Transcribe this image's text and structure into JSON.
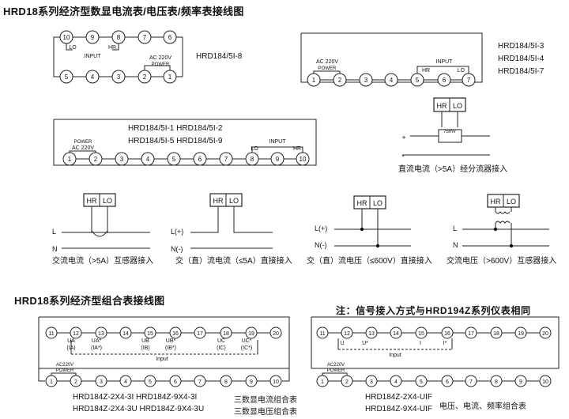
{
  "titles": {
    "section1": "HRD18系列经济型数显电流表/电压表/频率表接线图",
    "section2": "HRD18系列经济型组合表接线图",
    "note": "注：信号接入方式与HRD194Z系列仪表相同"
  },
  "block1": {
    "top_terminals": [
      "10",
      "9",
      "8",
      "7",
      "6"
    ],
    "bottom_terminals": [
      "5",
      "4",
      "3",
      "2",
      "1"
    ],
    "lo": "LO",
    "hr": "HR",
    "input": "INPUT",
    "power": "POWER",
    "ac": "AC 220V",
    "model": "HRD184/5I-8"
  },
  "block2": {
    "terminals": [
      "1",
      "2",
      "3",
      "4",
      "5",
      "6",
      "7"
    ],
    "ac": "AC 220V",
    "power": "POWER",
    "input": "INPUT",
    "hr": "HR",
    "lo": "LO",
    "models": [
      "HRD184/5I-3",
      "HRD184/5I-4",
      "HRD184/5I-7"
    ]
  },
  "block3": {
    "terminals": [
      "1",
      "2",
      "3",
      "4",
      "5",
      "6",
      "7",
      "8",
      "9",
      "10"
    ],
    "models": [
      "HRD184/5I-1  HRD184/5I-2",
      "HRD184/5I-5  HRD184/5I-9"
    ],
    "power": "POWER",
    "ac": "AC 220V",
    "lo": "LO",
    "input": "INPUT",
    "hr": "HR"
  },
  "shunt": {
    "hr": "HR",
    "lo": "LO",
    "shunt_label": "75mV",
    "plus": "+",
    "minus": "-",
    "caption": "直流电流（>5A）经分流器接入"
  },
  "connections": {
    "hr": "HR",
    "lo": "LO",
    "ac_ct": {
      "l": "L",
      "n": "N",
      "caption": "交流电流（>5A）互感器接入"
    },
    "direct_current": {
      "l": "L(+)",
      "n": "N(-)",
      "caption": "交（直）流电流（≤5A）直接接入"
    },
    "direct_voltage": {
      "l": "L(+)",
      "n": "N(-)",
      "caption": "交（直）流电压（≤600V）直接接入"
    },
    "ac_pt": {
      "l": "L",
      "n": "N",
      "caption": "交流电压（>600V）互感器接入"
    }
  },
  "block4": {
    "top_terminals": [
      "11",
      "12",
      "13",
      "14",
      "15",
      "16",
      "17",
      "18",
      "19",
      "20"
    ],
    "bottom_terminals": [
      "1",
      "2",
      "3",
      "4",
      "5",
      "6",
      "7",
      "8",
      "9",
      "10"
    ],
    "channel_labels": [
      [
        "UA",
        "(IA)"
      ],
      [
        "UA*",
        "(IA*)"
      ],
      [
        "UB",
        "(IB)"
      ],
      [
        "UB*",
        "(IB*)"
      ],
      [
        "UC",
        "(IC)"
      ],
      [
        "UC*",
        "(IC*)"
      ]
    ],
    "input": "Input",
    "ac": "AC220V",
    "power": "POWER",
    "models": [
      "HRD184Z-2X4-3I  HRD184Z-9X4-3I",
      "HRD184Z-2X4-3U  HRD184Z-9X4-3U"
    ],
    "desc": [
      "三数显电流组合表",
      "三数显电压组合表"
    ]
  },
  "block5": {
    "top_terminals": [
      "11",
      "12",
      "13",
      "14",
      "15",
      "16",
      "17",
      "18",
      "19",
      "20"
    ],
    "bottom_terminals": [
      "1",
      "2",
      "3",
      "4",
      "5",
      "6",
      "7",
      "8",
      "9",
      "10"
    ],
    "channel_labels": [
      "U",
      "U*",
      "I",
      "I*"
    ],
    "input": "Input",
    "ac": "AC220V",
    "power": "POWER",
    "models": [
      "HRD184Z-2X4-UIF",
      "HRD184Z-9X4-UIF"
    ],
    "desc": "电压、电流、频率组合表"
  }
}
